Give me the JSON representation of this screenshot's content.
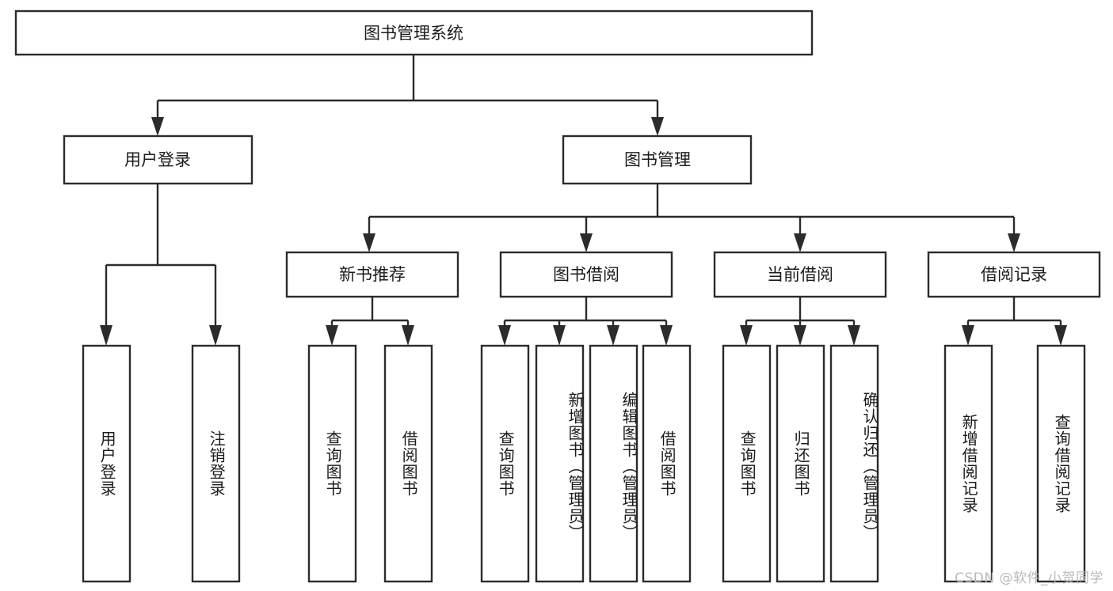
{
  "diagram": {
    "type": "tree-hierarchy",
    "root": {
      "label": "图书管理系统"
    },
    "level2": [
      {
        "label": "用户登录"
      },
      {
        "label": "图书管理"
      }
    ],
    "level3": [
      {
        "label": "新书推荐"
      },
      {
        "label": "图书借阅"
      },
      {
        "label": "当前借阅"
      },
      {
        "label": "借阅记录"
      }
    ],
    "leaves": {
      "user_login": [
        {
          "label": "用户登录"
        },
        {
          "label": "注销登录"
        }
      ],
      "new_book_recommend": [
        {
          "label": "查询图书"
        },
        {
          "label": "借阅图书"
        }
      ],
      "book_borrow": [
        {
          "label": "查询图书"
        },
        {
          "label": "新增图书（管理员）"
        },
        {
          "label": "编辑图书（管理员）"
        },
        {
          "label": "借阅图书"
        }
      ],
      "current_borrow": [
        {
          "label": "查询图书"
        },
        {
          "label": "归还图书"
        },
        {
          "label": "确认归还（管理员）"
        }
      ],
      "borrow_record": [
        {
          "label": "新增借阅记录"
        },
        {
          "label": "查询借阅记录"
        }
      ]
    }
  },
  "watermark": {
    "text": "CSDN @软件_小贺同学"
  },
  "colors": {
    "stroke": "#2b2b2b",
    "fill": "#ffffff",
    "text": "#1b1b1b",
    "watermark": "#b9b9b9"
  }
}
